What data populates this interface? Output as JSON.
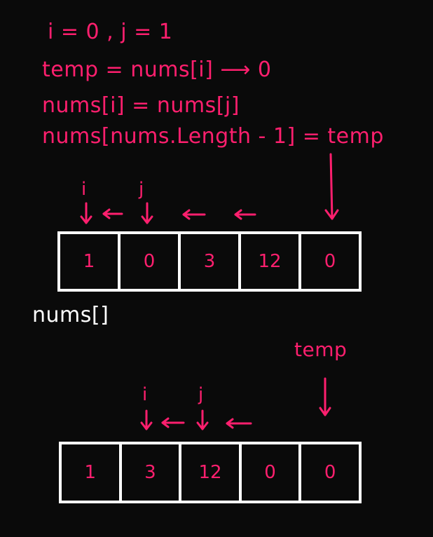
{
  "header": {
    "line1": "i = 0  ,  j = 1",
    "line2": "temp = nums[i] ⟶ 0",
    "line3": "nums[i] = nums[j]",
    "line4": "nums[nums.Length - 1] = temp"
  },
  "diagram1": {
    "i_label": "i",
    "j_label": "j",
    "cells": [
      "1",
      "0",
      "3",
      "12",
      "0"
    ],
    "array_label": "nums[]"
  },
  "diagram2": {
    "temp_label": "temp",
    "i_label": "i",
    "j_label": "j",
    "cells": [
      "1",
      "3",
      "12",
      "0",
      "0"
    ]
  },
  "colors": {
    "ink": "#ff1f6e",
    "box": "#ffffff",
    "background": "#0a0a0a"
  }
}
